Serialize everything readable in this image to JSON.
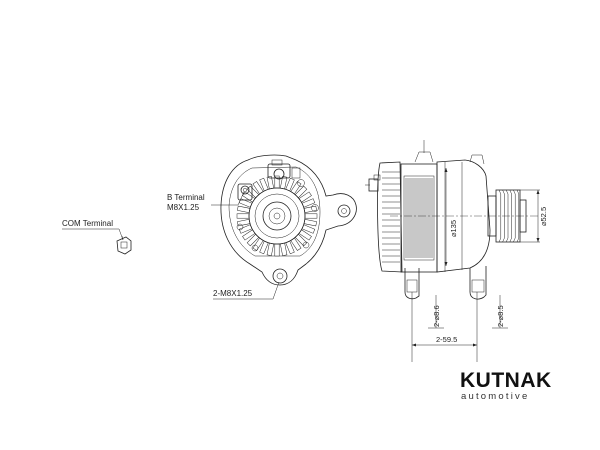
{
  "labels": {
    "b_terminal": "B Terminal",
    "b_terminal_thread": "M8X1.25",
    "com_terminal": "COM Terminal",
    "mount_holes": "2-M8X1.25"
  },
  "dimensions": {
    "pulley_diameter": "⌀52.5",
    "body_diameter": "⌀135",
    "hole_left": "2-⌀8.6",
    "hole_right": "2-⌀8.5",
    "hole_spacing": "2-59.5"
  },
  "logo": {
    "brand_left": "KUTN",
    "brand_accent_letter": "A",
    "brand_right": "K",
    "tagline": "automotive"
  }
}
